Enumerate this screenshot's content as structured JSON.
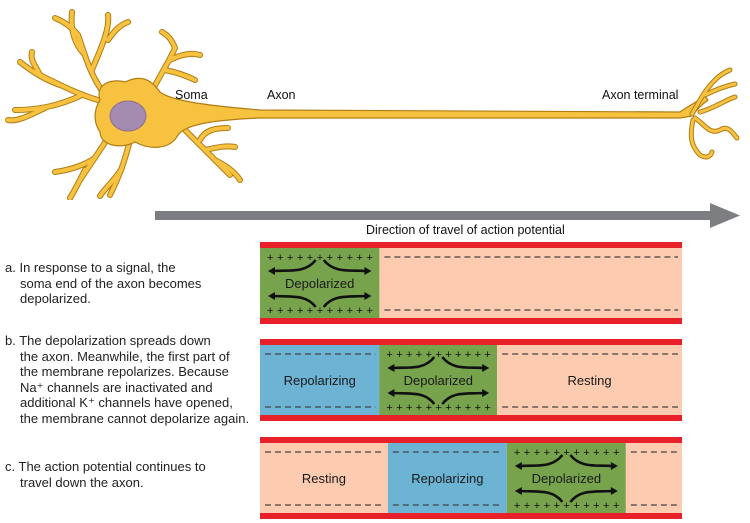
{
  "neuron": {
    "labels": {
      "soma": "Soma",
      "axon": "Axon",
      "axon_terminal": "Axon terminal"
    }
  },
  "direction": {
    "label": "Direction of travel of action potential"
  },
  "colors": {
    "membrane": "#e8202a",
    "depolarized": "#76a34c",
    "repolarizing": "#6cb3d4",
    "resting": "#fccbb0",
    "neuron_fill": "#f7c23f",
    "neuron_outline": "#b07d15",
    "nucleus": "#a68bb0",
    "arrow": "#7d7e81"
  },
  "steps": [
    {
      "letter": "a.",
      "lines": [
        "In response to a signal, the",
        "soma end of the axon becomes",
        "depolarized."
      ],
      "segments": [
        {
          "state": "depolarized",
          "label": "Depolarized",
          "from": 0,
          "to": 0.283
        },
        {
          "state": "resting",
          "label": "",
          "from": 0.283,
          "to": 1
        }
      ]
    },
    {
      "letter": "b.",
      "lines": [
        "The depolarization spreads down",
        "the axon. Meanwhile, the first part of",
        "the membrane repolarizes. Because",
        "Na⁺ channels are inactivated and",
        "additional K⁺ channels have opened,",
        "the membrane cannot depolarize again."
      ],
      "segments": [
        {
          "state": "repolarizing",
          "label": "Repolarizing",
          "from": 0,
          "to": 0.283
        },
        {
          "state": "depolarized",
          "label": "Depolarized",
          "from": 0.283,
          "to": 0.562
        },
        {
          "state": "resting",
          "label": "Resting",
          "from": 0.562,
          "to": 1
        }
      ]
    },
    {
      "letter": "c.",
      "lines": [
        "The action potential continues to",
        "travel down the axon."
      ],
      "segments": [
        {
          "state": "resting",
          "label": "Resting",
          "from": 0,
          "to": 0.303
        },
        {
          "state": "repolarizing",
          "label": "Repolarizing",
          "from": 0.303,
          "to": 0.585
        },
        {
          "state": "depolarized",
          "label": "Depolarized",
          "from": 0.585,
          "to": 0.867
        },
        {
          "state": "resting",
          "label": "",
          "from": 0.867,
          "to": 1
        }
      ]
    }
  ]
}
